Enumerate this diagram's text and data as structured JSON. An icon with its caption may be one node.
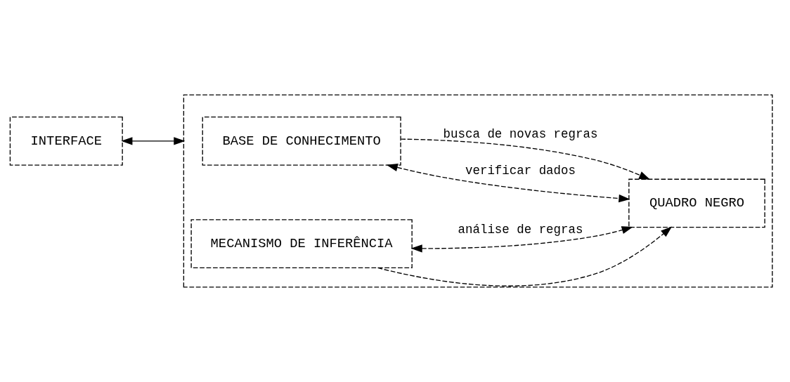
{
  "diagram": {
    "nodes": [
      {
        "text": [
          "INTERFACE"
        ]
      },
      {
        "text": [],
        "shape": "box"
      },
      {
        "text": [
          "BASE DE CONHECIMENTO"
        ],
        "in": 1
      },
      {
        "text": [
          "MECANISMO DE INFERÊNCIA"
        ],
        "in": 1
      },
      {
        "text": [
          "QUADRO NEGRO"
        ],
        "in": 1
      }
    ],
    "edges": [
      {
        "from": 0,
        "to": 1,
        "arrow": "both"
      },
      {
        "from": 2,
        "to": 4,
        "arrow": "both",
        "label": "verificar dados",
        "style": "dashed"
      },
      {
        "from": 2,
        "to": 4,
        "arrow": "to",
        "label": "busca de novas regras",
        "style": "dashed"
      },
      {
        "from": 3,
        "to": 4,
        "arrow": "to",
        "style": "dashed"
      },
      {
        "from": 3,
        "to": 4,
        "arrow": "both",
        "label": "análise de regras",
        "style": "dashed"
      }
    ]
  }
}
